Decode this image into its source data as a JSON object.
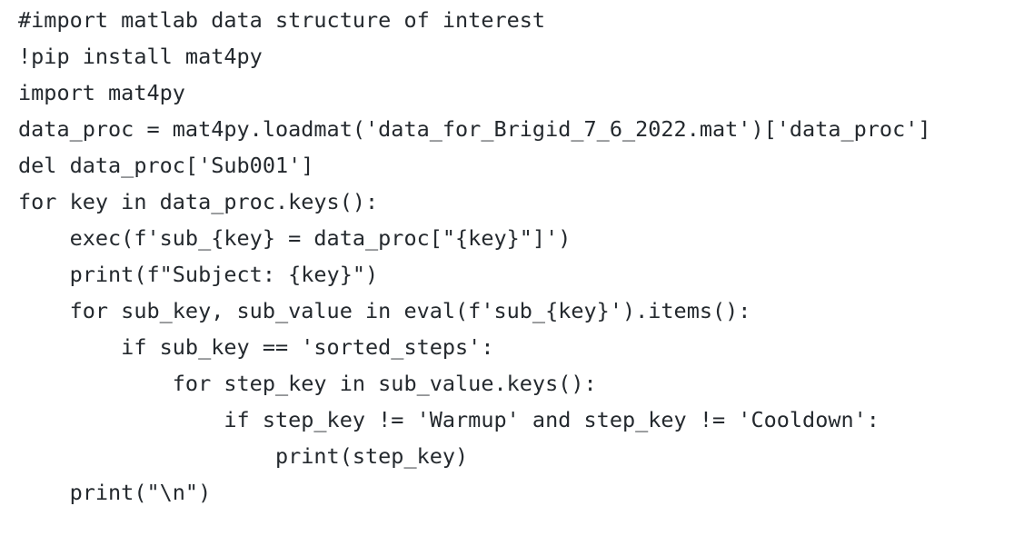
{
  "colors": {
    "background": "#ffffff",
    "code_text": "#24292e"
  },
  "code": {
    "language": "python",
    "lines": [
      "#import matlab data structure of interest",
      "!pip install mat4py",
      "import mat4py",
      "data_proc = mat4py.loadmat('data_for_Brigid_7_6_2022.mat')['data_proc']",
      "del data_proc['Sub001']",
      "for key in data_proc.keys():",
      "    exec(f'sub_{key} = data_proc[\"{key}\"]')",
      "    print(f\"Subject: {key}\")",
      "    for sub_key, sub_value in eval(f'sub_{key}').items():",
      "        if sub_key == 'sorted_steps':",
      "            for step_key in sub_value.keys():",
      "                if step_key != 'Warmup' and step_key != 'Cooldown':",
      "                    print(step_key)",
      "    print(\"\\n\")"
    ]
  }
}
